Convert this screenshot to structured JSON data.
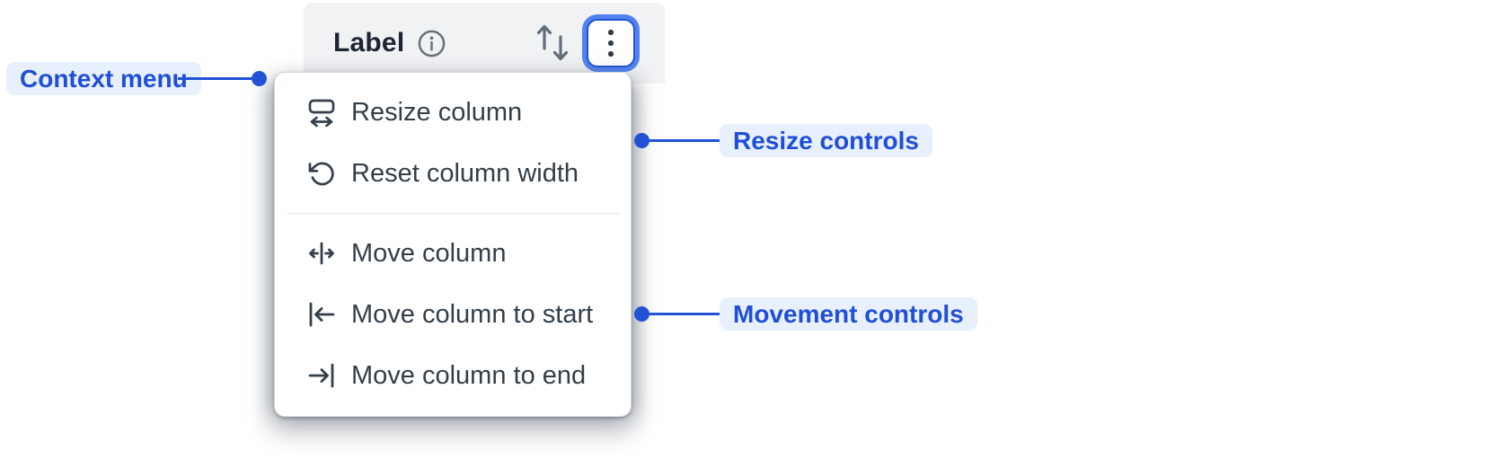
{
  "header": {
    "label": "Label",
    "icons": {
      "info": "info-icon",
      "sort": "sort-arrows-icon",
      "more": "more-vertical-icon"
    }
  },
  "menu": {
    "groups": [
      {
        "name": "resize",
        "items": [
          {
            "icon": "resize-column-icon",
            "label": "Resize column"
          },
          {
            "icon": "reset-column-width-icon",
            "label": "Reset column width"
          }
        ]
      },
      {
        "name": "movement",
        "items": [
          {
            "icon": "move-column-icon",
            "label": "Move column"
          },
          {
            "icon": "move-column-to-start-icon",
            "label": "Move column to start"
          },
          {
            "icon": "move-column-to-end-icon",
            "label": "Move column to end"
          }
        ]
      }
    ]
  },
  "annotations": [
    {
      "id": "context-menu",
      "label": "Context menu",
      "side": "left"
    },
    {
      "id": "resize-controls",
      "label": "Resize controls",
      "side": "right"
    },
    {
      "id": "movement-controls",
      "label": "Movement controls",
      "side": "right"
    }
  ],
  "colors": {
    "annotation_blue": "#2253d5",
    "annotation_text": "#1e4fd6",
    "annotation_bg": "#e9f0fd",
    "focus_ring": "#5282f2",
    "focus_border": "#1f55d2",
    "header_bg": "#f0f2f4",
    "menu_text": "#333e49",
    "icon_gray": "#626e7c"
  }
}
